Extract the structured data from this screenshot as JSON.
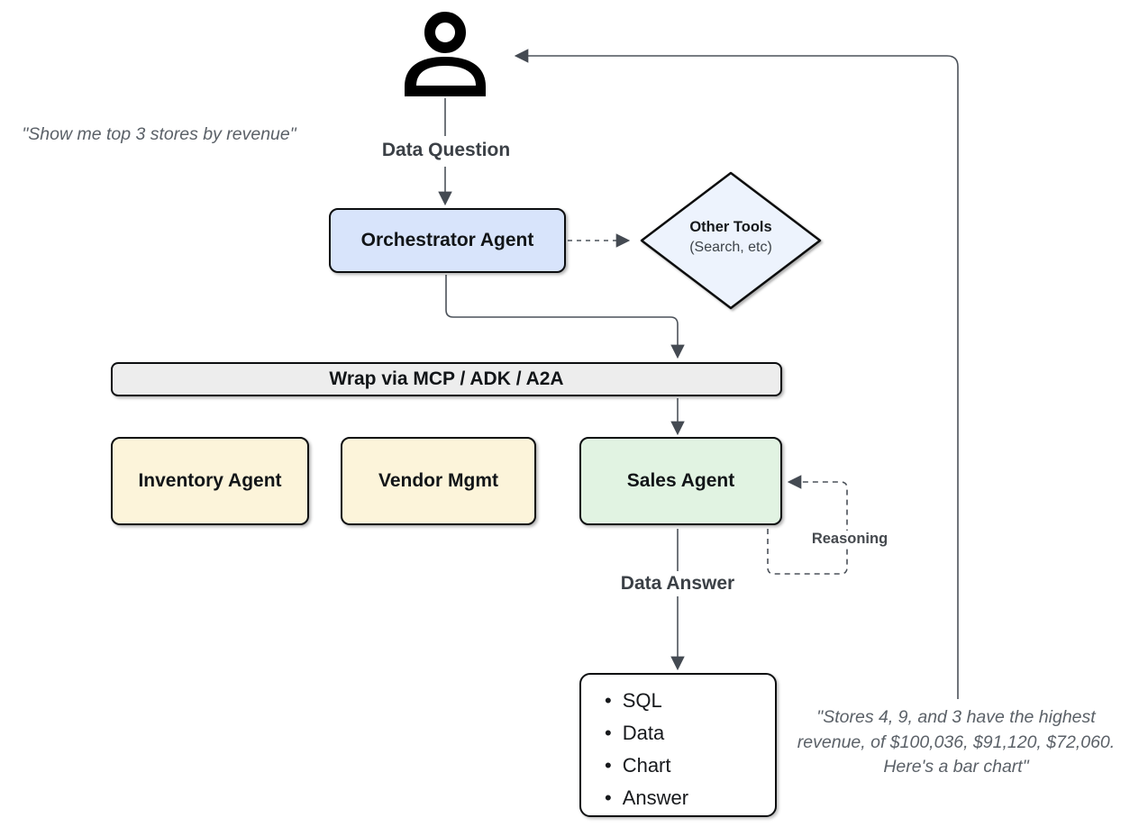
{
  "user": {
    "query_quote": "\"Show me top 3 stores by revenue\""
  },
  "flow": {
    "data_question_label": "Data Question",
    "data_answer_label": "Data Answer",
    "reasoning_label": "Reasoning"
  },
  "nodes": {
    "orchestrator": {
      "label": "Orchestrator Agent"
    },
    "other_tools": {
      "title": "Other Tools",
      "subtitle": "(Search, etc)"
    },
    "wrapper_bar": {
      "label": "Wrap via MCP / ADK / A2A"
    },
    "inventory": {
      "label": "Inventory Agent"
    },
    "vendor": {
      "label": "Vendor Mgmt"
    },
    "sales": {
      "label": "Sales Agent"
    },
    "output": {
      "items": [
        "SQL",
        "Data",
        "Chart",
        "Answer"
      ]
    }
  },
  "response": {
    "answer_quote": "\"Stores 4, 9, and 3 have the highest revenue, of $100,036, $91,120, $72,060. Here's a bar chart\""
  },
  "colors": {
    "orchestrator_fill": "#d8e4fb",
    "other_tools_fill": "#edf3fd",
    "worker_fill": "#fcf4da",
    "sales_fill": "#e1f3e2",
    "bar_fill": "#ededed",
    "node_border": "#0c0e10",
    "connector": "#4c525a",
    "arrowhead": "#444a52",
    "quote_text": "#5b6168",
    "label_text": "#3b4046"
  }
}
